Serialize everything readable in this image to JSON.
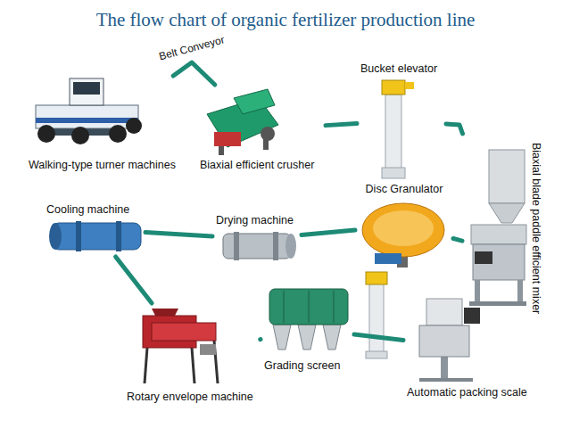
{
  "diagram": {
    "title": "The flow chart of organic fertilizer production line",
    "nodes": [
      {
        "text": [
          "Walking-type turner machines"
        ]
      },
      {
        "text": [
          "Biaxial efficient crusher"
        ]
      },
      {
        "text": [
          "Bucket elevator"
        ]
      },
      {
        "text": [
          "Biaxial blade paddle efficient mixer"
        ]
      },
      {
        "text": [
          "Disc Granulator"
        ]
      },
      {
        "text": [
          "Drying machine"
        ]
      },
      {
        "text": [
          "Cooling machine"
        ]
      },
      {
        "text": [
          "Rotary envelope machine"
        ]
      },
      {
        "text": [
          "Grading screen"
        ]
      },
      {
        "text": [
          "Automatic packing scale"
        ]
      }
    ],
    "edges": [
      {
        "from": 0,
        "to": 1,
        "arrow": "none",
        "label": "Belt Conveyor"
      },
      {
        "from": 1,
        "to": 2,
        "arrow": "none"
      },
      {
        "from": 2,
        "to": 3,
        "arrow": "none"
      },
      {
        "from": 3,
        "to": 4,
        "arrow": "none"
      },
      {
        "from": 4,
        "to": 5,
        "arrow": "none"
      },
      {
        "from": 5,
        "to": 6,
        "arrow": "none"
      },
      {
        "from": 6,
        "to": 7,
        "arrow": "none"
      },
      {
        "from": 7,
        "to": 8,
        "arrow": "none"
      },
      {
        "from": 8,
        "to": 9,
        "arrow": "none"
      }
    ]
  }
}
